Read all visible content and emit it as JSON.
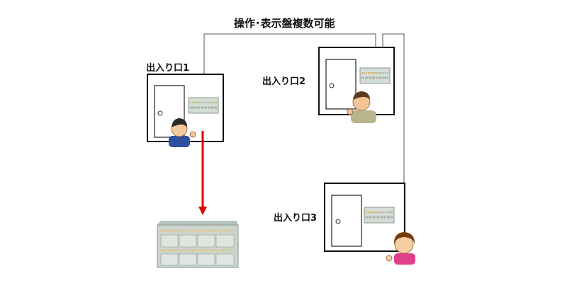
{
  "title": "操作･表示盤複数可能",
  "entrances": [
    {
      "label": "出入り口1"
    },
    {
      "label": "出入り口2"
    },
    {
      "label": "出入り口3"
    }
  ],
  "colors": {
    "arrow": "#e00000",
    "wire": "#555555",
    "panel": "#d4ddd6",
    "panel_led": "#c9b070",
    "wall": "#111111"
  },
  "icons": [
    "door-icon",
    "control-panel-icon",
    "person-icon",
    "master-panel-icon",
    "arrow-icon"
  ]
}
